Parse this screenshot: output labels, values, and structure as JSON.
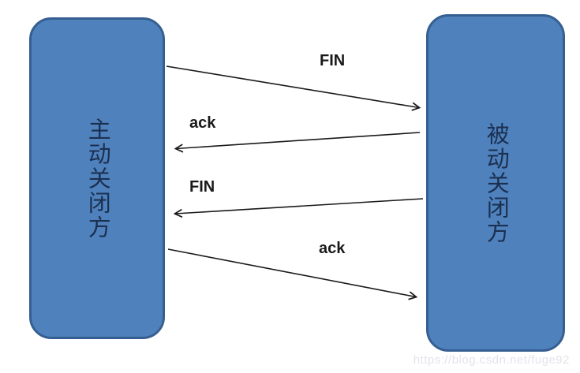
{
  "diagram": {
    "title_implicit": "TCP four-way connection close",
    "left_box": {
      "label": "主动关闭方"
    },
    "right_box": {
      "label": "被动关闭方"
    },
    "arrows": [
      {
        "label": "FIN",
        "from": "left",
        "to": "right"
      },
      {
        "label": "ack",
        "from": "right",
        "to": "left"
      },
      {
        "label": "FIN",
        "from": "right",
        "to": "left"
      },
      {
        "label": "ack",
        "from": "left",
        "to": "right"
      }
    ],
    "colors": {
      "box_fill": "#4f81bd",
      "box_border": "#365f91",
      "box_text": "#1b3050",
      "arrow": "#1a1a1a",
      "watermark": "#e3e3ec",
      "background": "#ffffff"
    },
    "watermark": "https://blog.csdn.net/fuge92"
  }
}
